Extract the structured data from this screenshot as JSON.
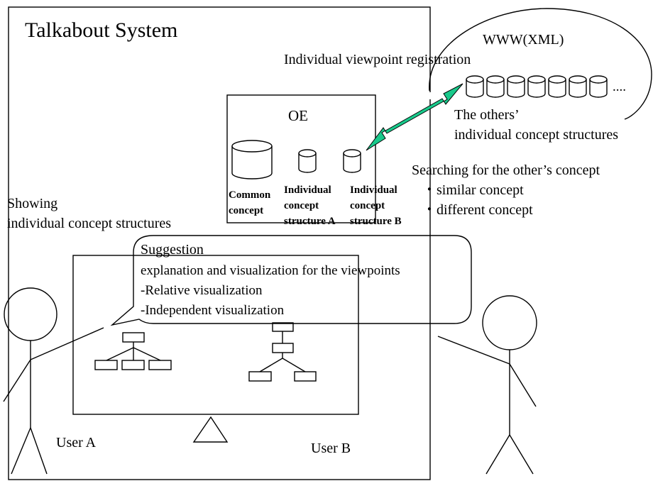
{
  "title": "Talkabout System",
  "www_label": "WWW(XML)",
  "registration_label": "Individual viewpoint registration",
  "ellipsis": "....",
  "others_line1": "The others’",
  "others_line2": "individual concept structures",
  "oe_label": "OE",
  "common_line1": "Common",
  "common_line2": "concept",
  "struct_a_line1": "Individual",
  "struct_a_line2": "concept",
  "struct_a_line3": "structure A",
  "struct_b_line1": "Individual",
  "struct_b_line2": "concept",
  "struct_b_line3": "structure B",
  "searching_title": "Searching for the other’s concept",
  "searching_items": [
    "・similar concept",
    "・different concept"
  ],
  "showing_line1": "Showing",
  "showing_line2": "individual concept structures",
  "suggestion_title": "Suggestion",
  "suggestion_lines": [
    "explanation and visualization for the viewpoints",
    "-Relative visualization",
    "-Independent visualization"
  ],
  "user_a": "User A",
  "user_b": "User B",
  "arrow_color": "#19c98b"
}
